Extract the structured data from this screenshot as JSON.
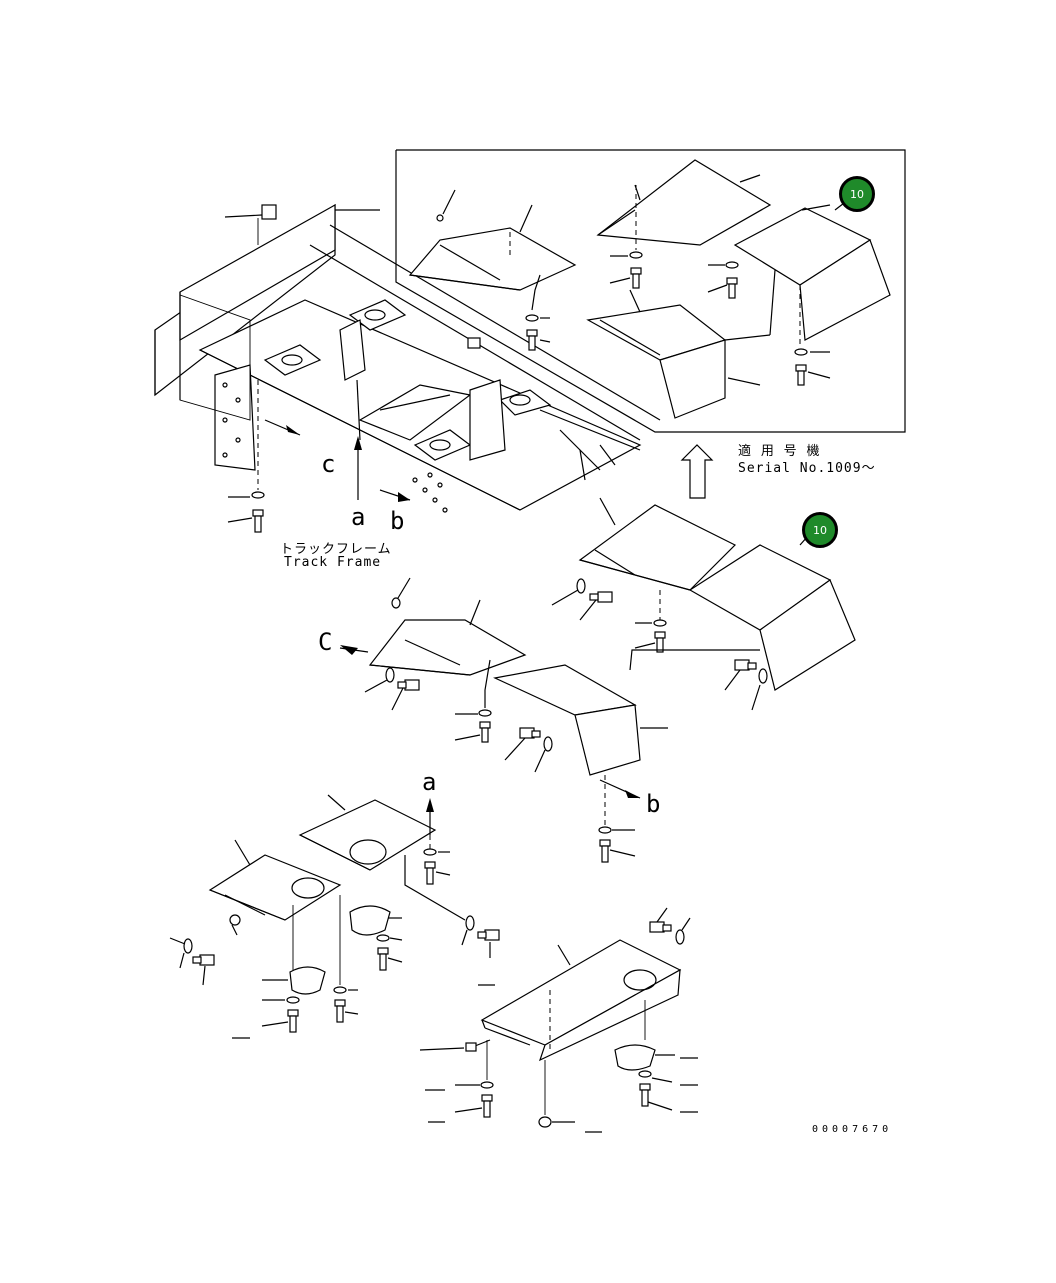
{
  "callouts": [
    {
      "number": "10"
    },
    {
      "number": "10"
    }
  ],
  "view_labels": {
    "c_upper": "c",
    "a_upper": "a",
    "b_upper": "b",
    "c_middle": "C",
    "b_middle": "b",
    "a_lower": "a"
  },
  "track_frame": {
    "label_ja": "トラックフレーム",
    "label_en": "Track Frame"
  },
  "serial": {
    "label_ja": "適 用 号 機",
    "label_en": "Serial No.1009～"
  },
  "drawing_number": "00007670"
}
